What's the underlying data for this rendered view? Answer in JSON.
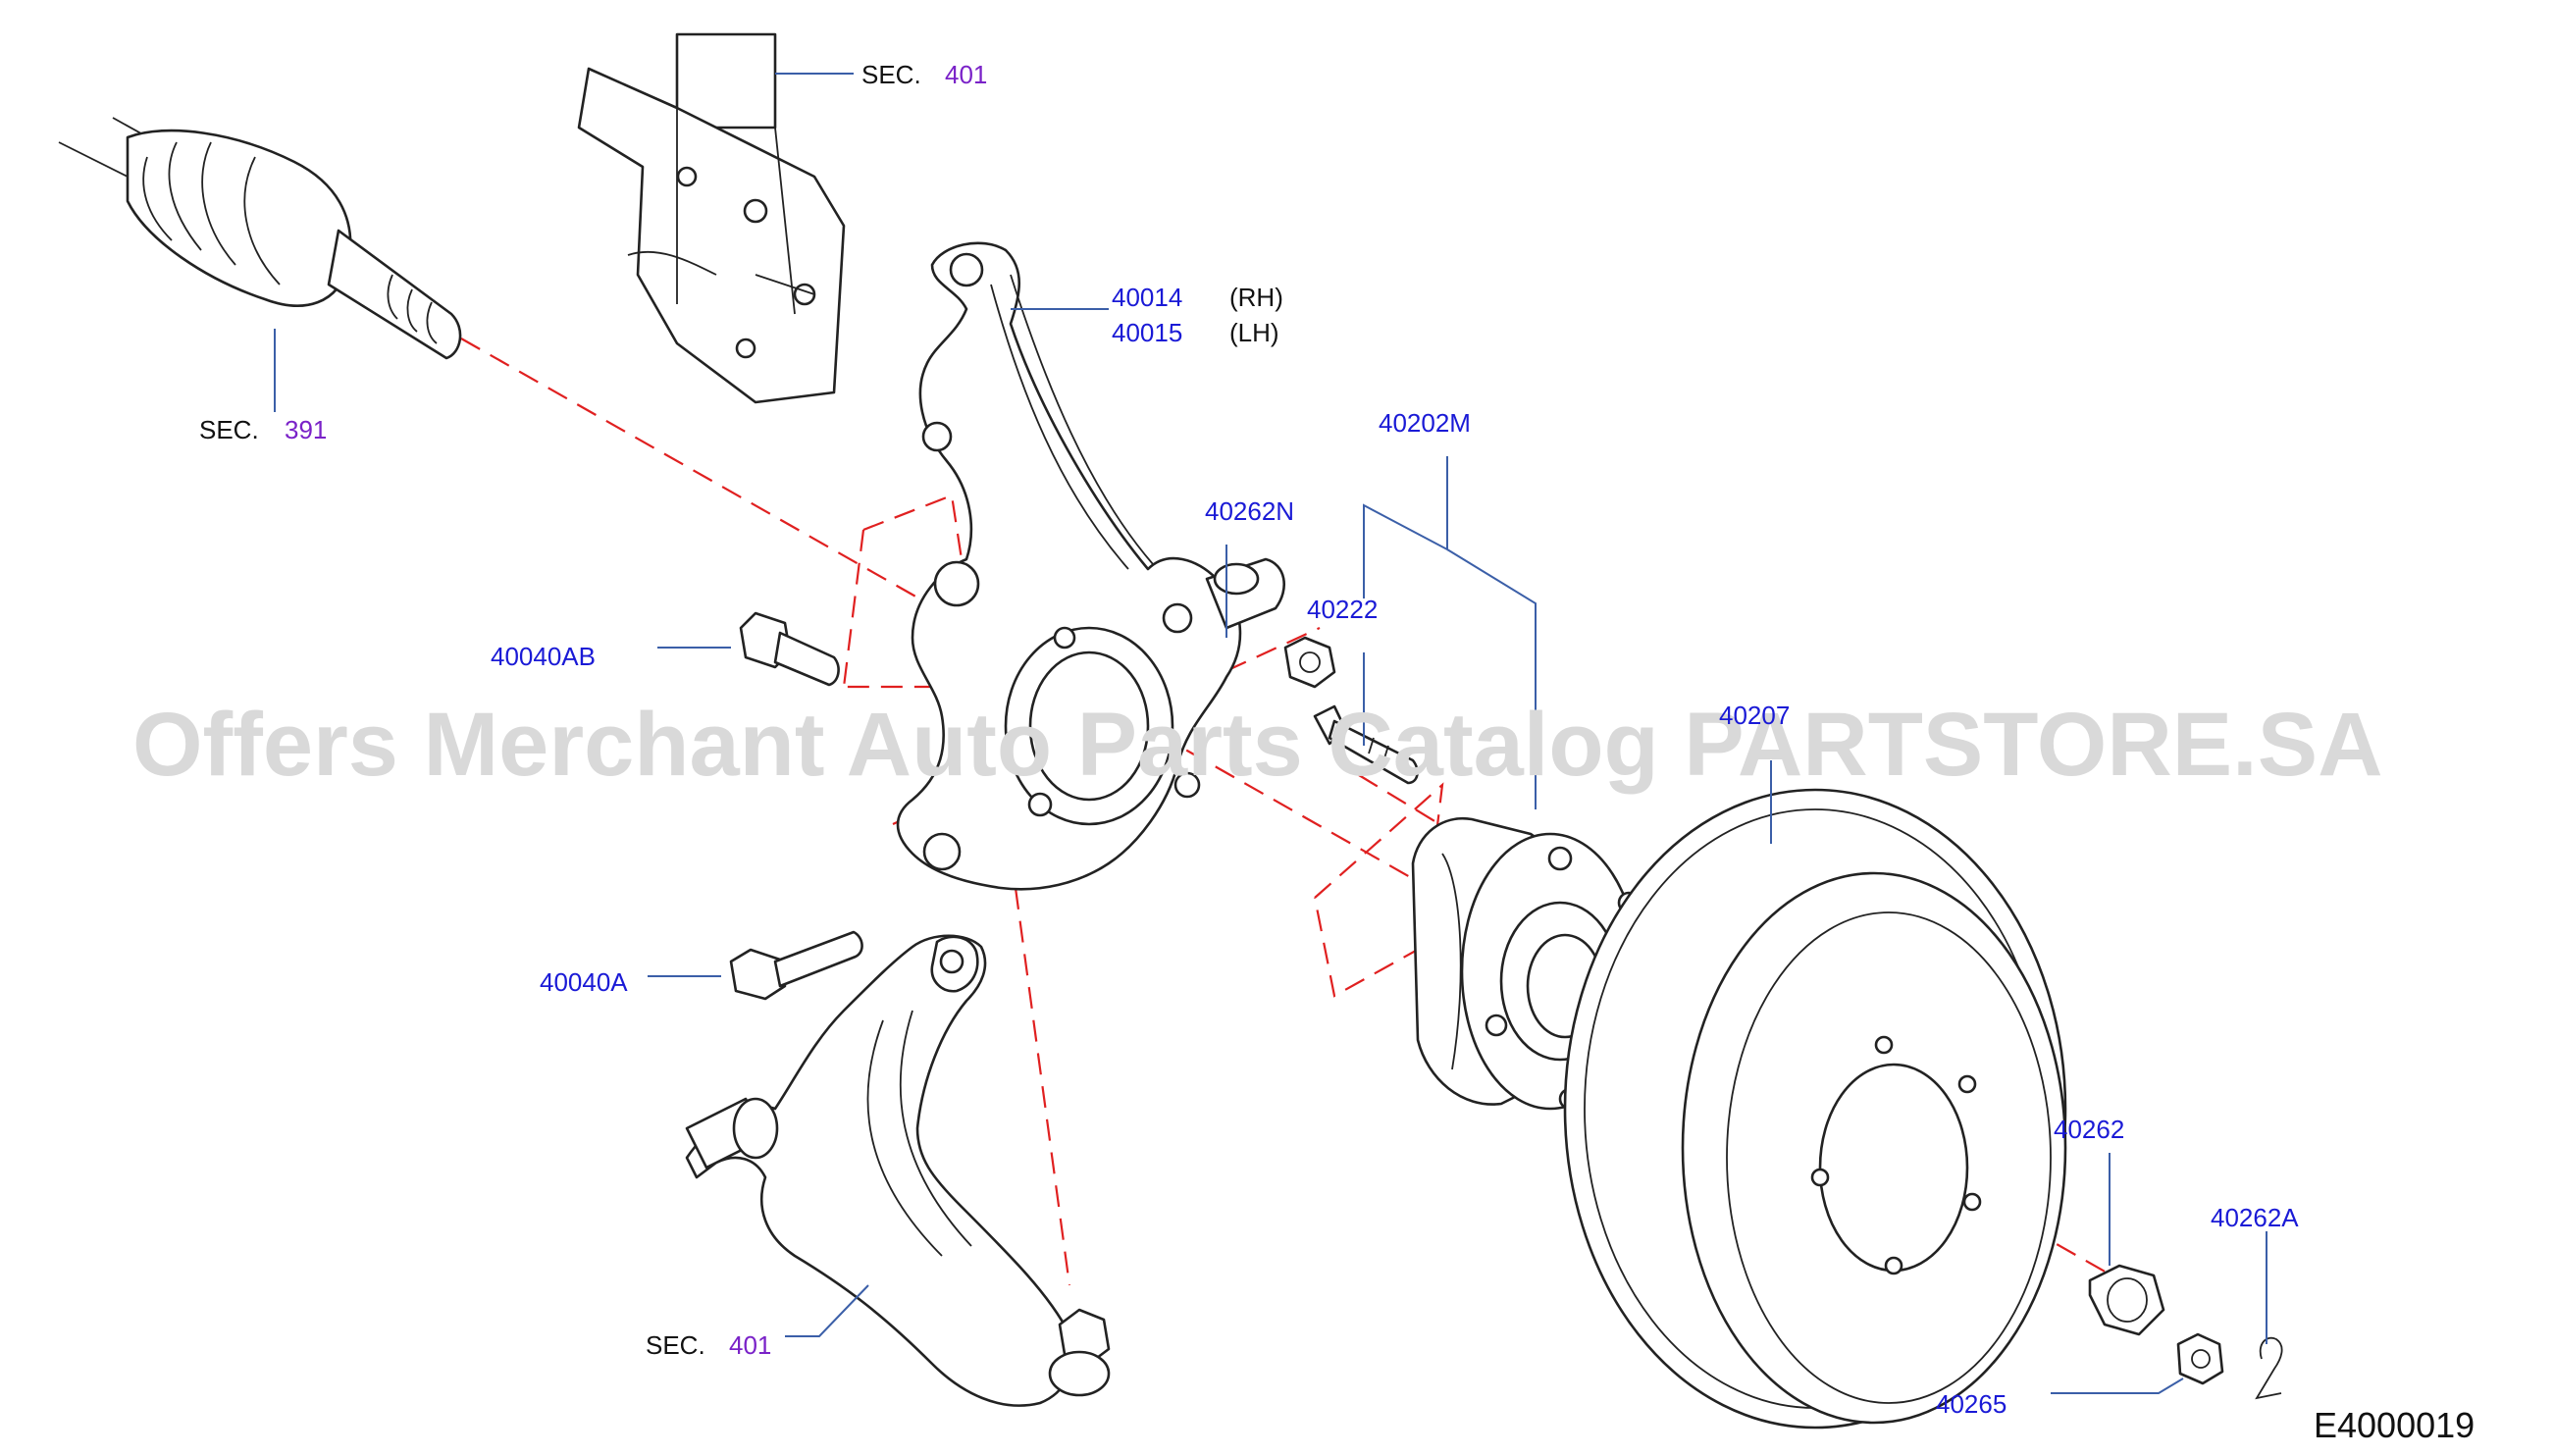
{
  "watermark": "Offers Merchant Auto Parts Catalog PARTSTORE.SA",
  "diagram_code": "E4000019",
  "labels": {
    "sec_401_top": {
      "prefix": "SEC.",
      "num": "401"
    },
    "sec_391": {
      "prefix": "SEC.",
      "num": "391"
    },
    "sec_401_bottom": {
      "prefix": "SEC.",
      "num": "401"
    },
    "p40014": {
      "num": "40014",
      "side": "(RH)"
    },
    "p40015": {
      "num": "40015",
      "side": "(LH)"
    },
    "p40202M": "40202M",
    "p40262N": "40262N",
    "p40222": "40222",
    "p40040AB": "40040AB",
    "p40207": "40207",
    "p40040A": "40040A",
    "p40262": "40262",
    "p40262A": "40262A",
    "p40265": "40265"
  },
  "colors": {
    "part_number": "#1a1ad6",
    "section_number": "#7a22c8",
    "leader_line": "#3b5fa8",
    "centerline": "#e02020",
    "watermark": "#d9d9d9"
  }
}
